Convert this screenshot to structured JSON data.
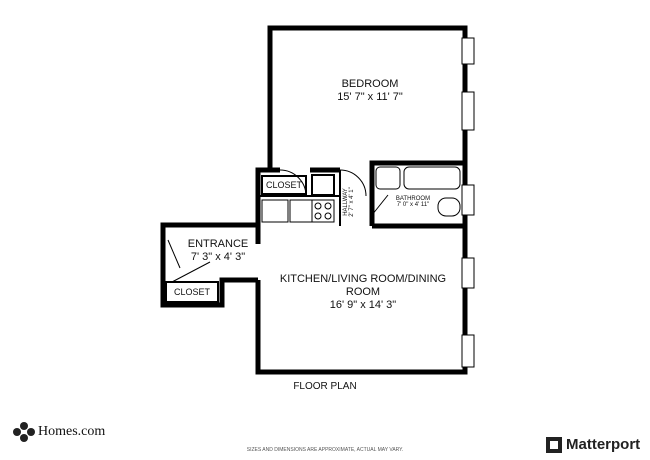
{
  "rooms": {
    "bedroom": {
      "name": "BEDROOM",
      "dims": "15' 7\" x 11' 7\""
    },
    "kitchen": {
      "name_line1": "KITCHEN/LIVING ROOM/DINING",
      "name_line2": "ROOM",
      "dims": "16' 9\" x 14' 3\""
    },
    "entrance": {
      "name": "ENTRANCE",
      "dims": "7' 3\" x 4' 3\""
    },
    "bathroom": {
      "name": "BATHROOM",
      "dims": "7' 0\" x 4' 11\""
    },
    "hallway": {
      "name": "HALLWAY",
      "dims": "2' 7\" x 4' 1\""
    },
    "closet_upper": {
      "name": "CLOSET"
    },
    "closet_lower": {
      "name": "CLOSET"
    }
  },
  "caption": "FLOOR PLAN",
  "disclaimer": "SIZES AND DIMENSIONS ARE APPROXIMATE, ACTUAL MAY VARY.",
  "logos": {
    "left": "Homes.com",
    "right": "Matterport"
  }
}
